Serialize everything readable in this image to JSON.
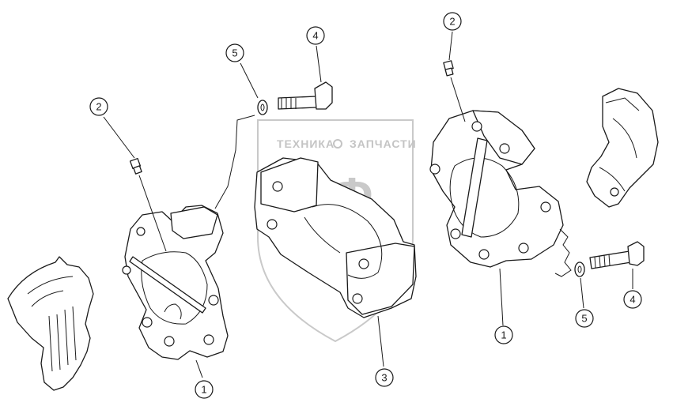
{
  "watermark": {
    "text_left": "ТЕХНИКА",
    "text_right": "ЗАПЧАСТИ",
    "logo": "ЭПФ"
  },
  "callouts": [
    {
      "label": "1"
    },
    {
      "label": "1"
    },
    {
      "label": "2"
    },
    {
      "label": "2"
    },
    {
      "label": "3"
    },
    {
      "label": "4"
    },
    {
      "label": "4"
    },
    {
      "label": "5"
    },
    {
      "label": "5"
    }
  ]
}
